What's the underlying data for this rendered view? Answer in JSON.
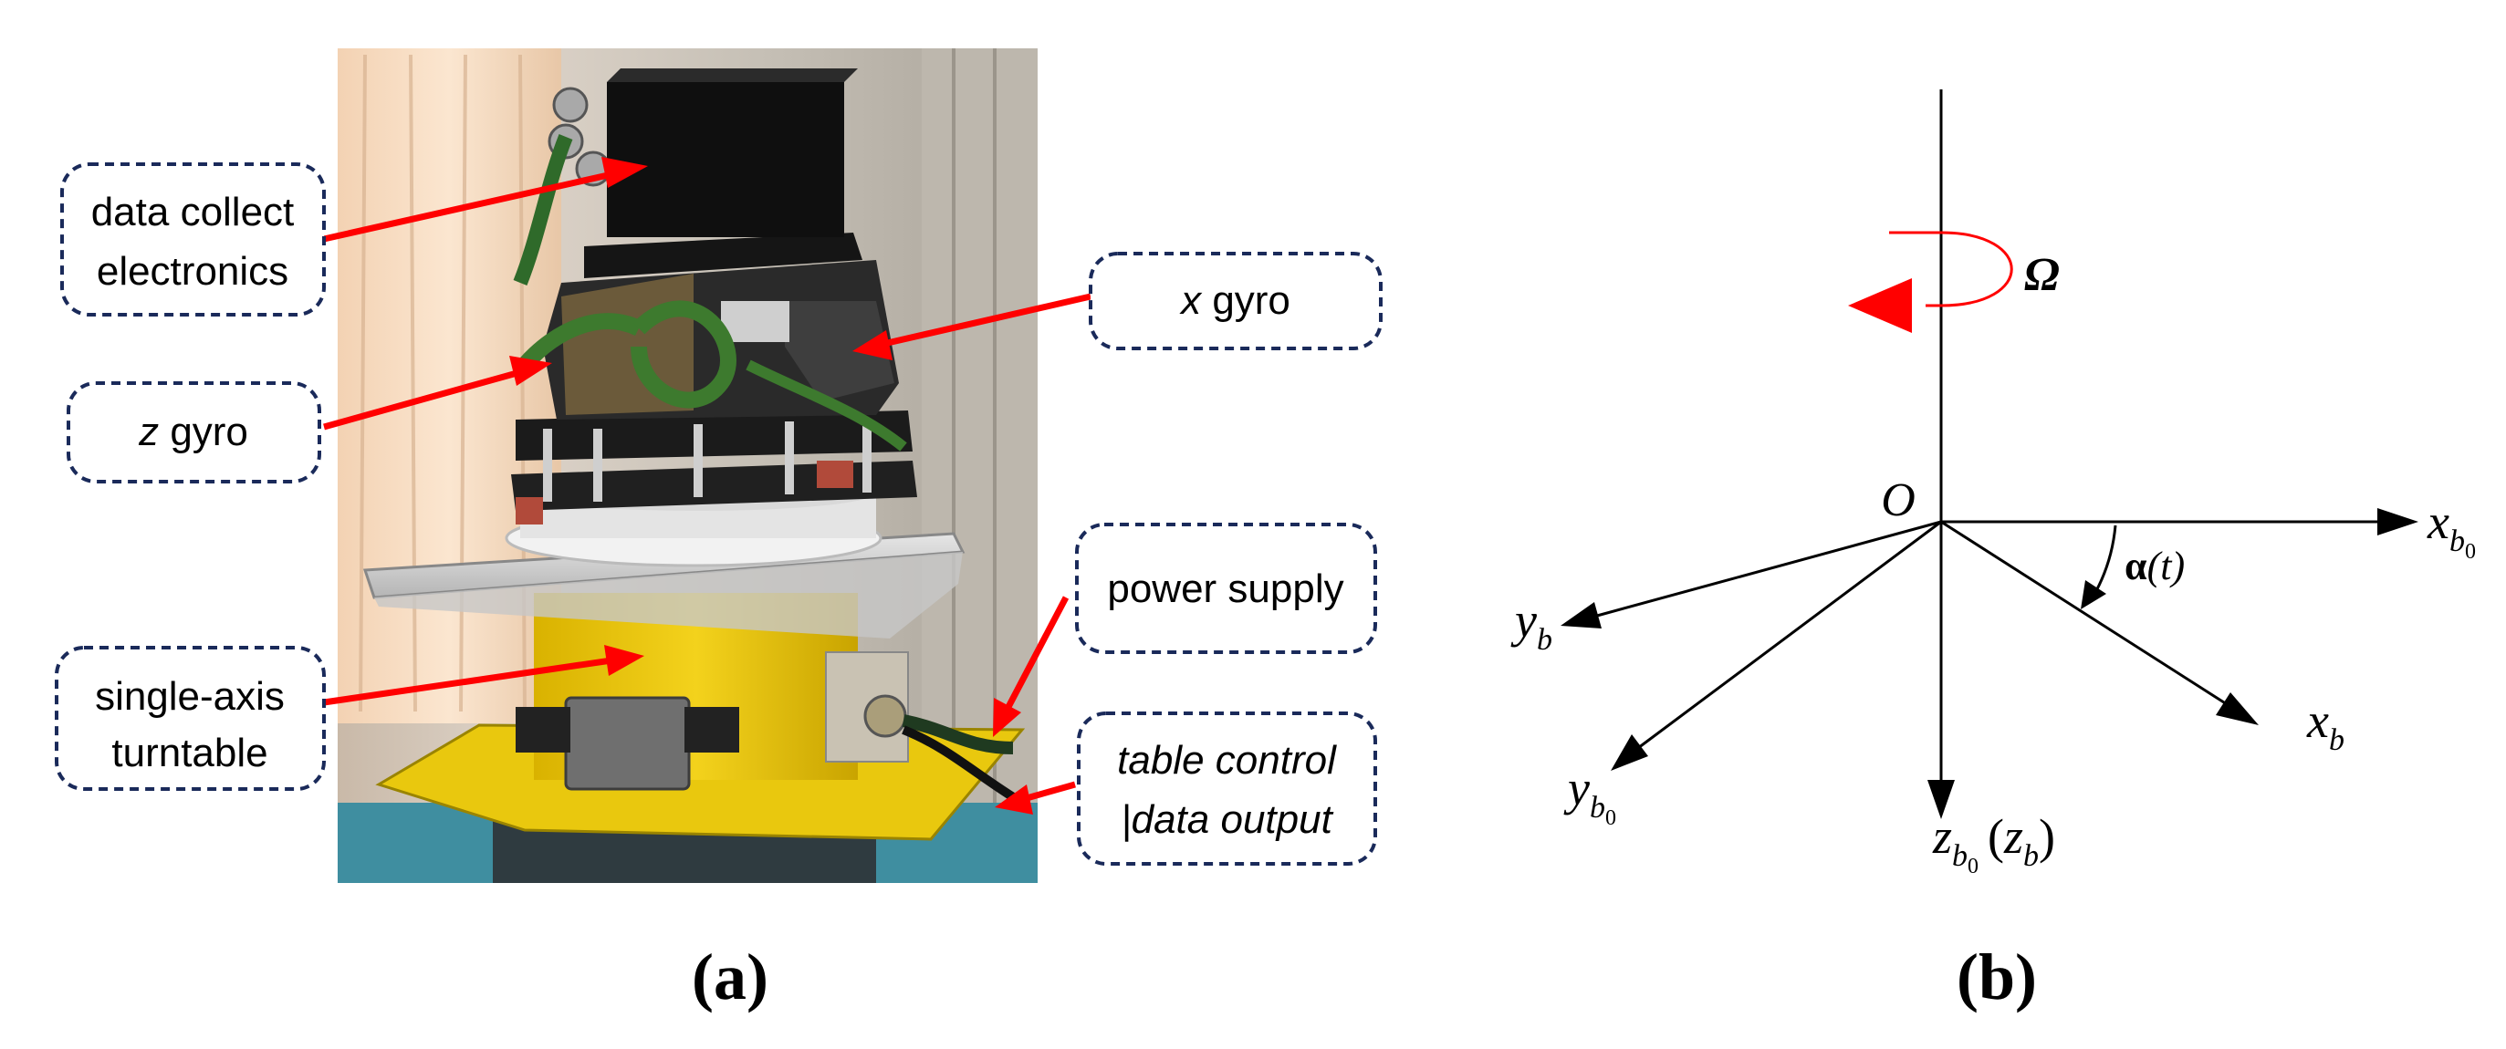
{
  "panel_a": {
    "caption": "(a)",
    "labels": {
      "data_collect": [
        "data collect",
        "electronics"
      ],
      "x_gyro": [
        "x",
        "gyro"
      ],
      "z_gyro": [
        "z",
        "gyro"
      ],
      "power_supply": "power supply",
      "turntable": [
        "single-axis",
        "turntable"
      ],
      "table_control": [
        "table control",
        "|data output"
      ]
    },
    "colors": {
      "arrow": "#ff0000",
      "box_border": "#1a2a5a"
    }
  },
  "panel_b": {
    "caption": "(b)",
    "origin": "O",
    "omega": "Ω",
    "alpha": "α",
    "alpha_arg": "(t)",
    "axes": {
      "x_b0": {
        "base": "x",
        "sub": "b",
        "subsub": "0"
      },
      "x_b": {
        "base": "x",
        "sub": "b"
      },
      "y_b": {
        "base": "y",
        "sub": "b"
      },
      "y_b0": {
        "base": "y",
        "sub": "b",
        "subsub": "0"
      },
      "z_b0": {
        "base": "z",
        "sub": "b",
        "subsub": "0"
      },
      "z_b_paren": {
        "open": "(",
        "base": "z",
        "sub": "b",
        "close": ")"
      }
    },
    "colors": {
      "rotation": "#ff0000"
    }
  }
}
